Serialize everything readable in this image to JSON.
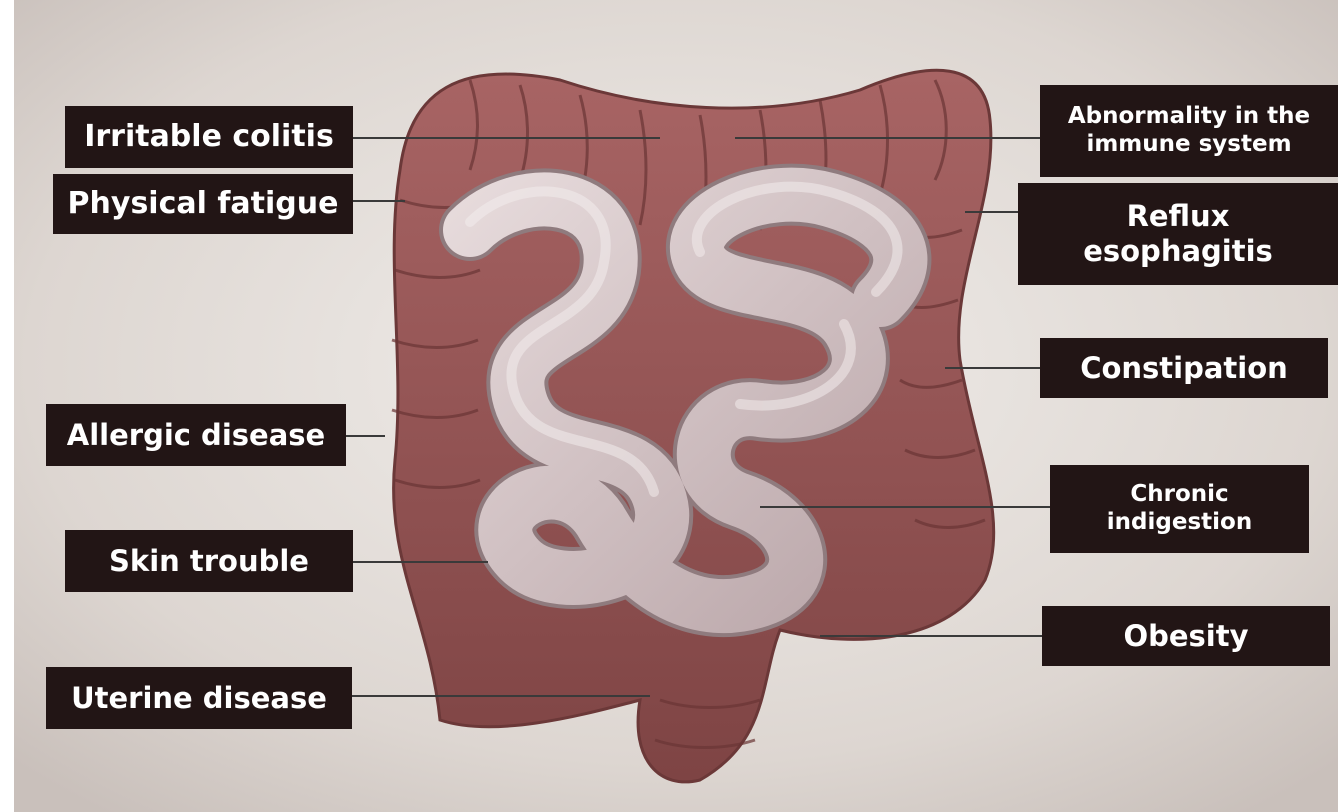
{
  "labels": {
    "irritable_colitis": "Irritable colitis",
    "physical_fatigue": "Physical fatigue",
    "allergic_disease": "Allergic disease",
    "skin_trouble": "Skin trouble",
    "uterine_disease": "Uterine disease",
    "immune_line1": "Abnormality in the",
    "immune_line2": "immune system",
    "reflux_line1": "Reflux",
    "reflux_line2": "esophagitis",
    "constipation": "Constipation",
    "chronic_line1": "Chronic",
    "chronic_line2": "indigestion",
    "obesity": "Obesity"
  },
  "colors": {
    "label_bg": "#221515",
    "label_text": "#ffffff",
    "large_intestine": "#9c5a5a",
    "small_intestine": "#d8c7c9",
    "background": "#d9d3cf"
  }
}
